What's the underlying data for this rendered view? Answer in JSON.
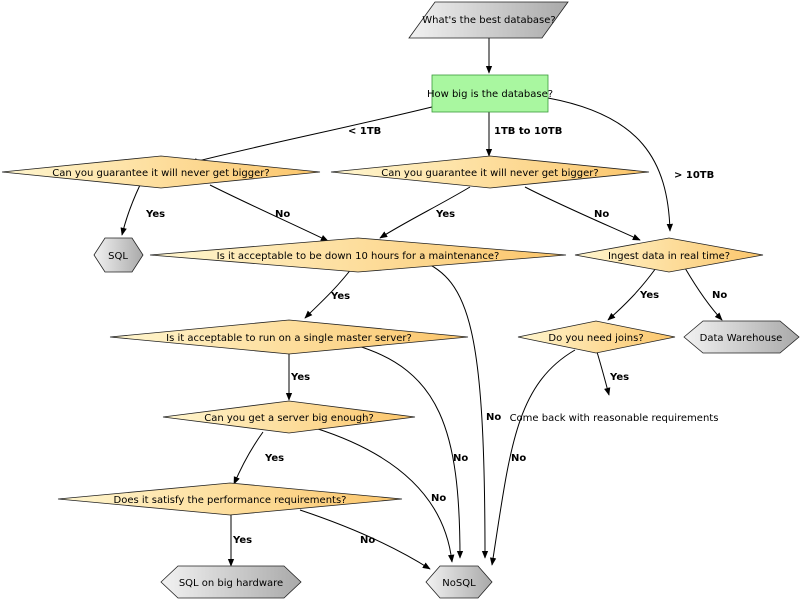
{
  "diagram": {
    "nodes": {
      "start": "What's the best database?",
      "size": "How big is the database?",
      "guarantee_small": "Can you guarantee it will never get bigger?",
      "guarantee_mid": "Can you guarantee it will never get bigger?",
      "downtime": "Is it acceptable to be down 10 hours for a maintenance?",
      "single_master": "Is it acceptable to run on a single master server?",
      "big_enough": "Can you get a server big enough?",
      "performance": "Does it satisfy the performance requirements?",
      "realtime": "Ingest data in real time?",
      "joins": "Do you need joins?",
      "sql": "SQL",
      "sql_big": "SQL on big hardware",
      "nosql": "NoSQL",
      "warehouse": "Data Warehouse",
      "come_back": "Come back with reasonable requirements"
    },
    "edges": {
      "lt1tb": "< 1TB",
      "mid": "1TB to 10TB",
      "gt10tb": "> 10TB",
      "small_yes": "Yes",
      "small_no": "No",
      "mid_yes": "Yes",
      "mid_no": "No",
      "down_yes": "Yes",
      "down_no": "No",
      "master_yes": "Yes",
      "master_no": "No",
      "big_yes": "Yes",
      "big_no": "No",
      "perf_yes": "Yes",
      "perf_no": "No",
      "rt_yes": "Yes",
      "rt_no": "No",
      "joins_yes": "Yes",
      "joins_no": "No"
    },
    "colors": {
      "decision_light": "#fff3c4",
      "decision_dark": "#fcc46c",
      "terminal_light": "#f0f0f0",
      "terminal_dark": "#a8a8a8",
      "question_fill": "#a8f5a0",
      "question_stroke": "#2e8b2e"
    }
  }
}
